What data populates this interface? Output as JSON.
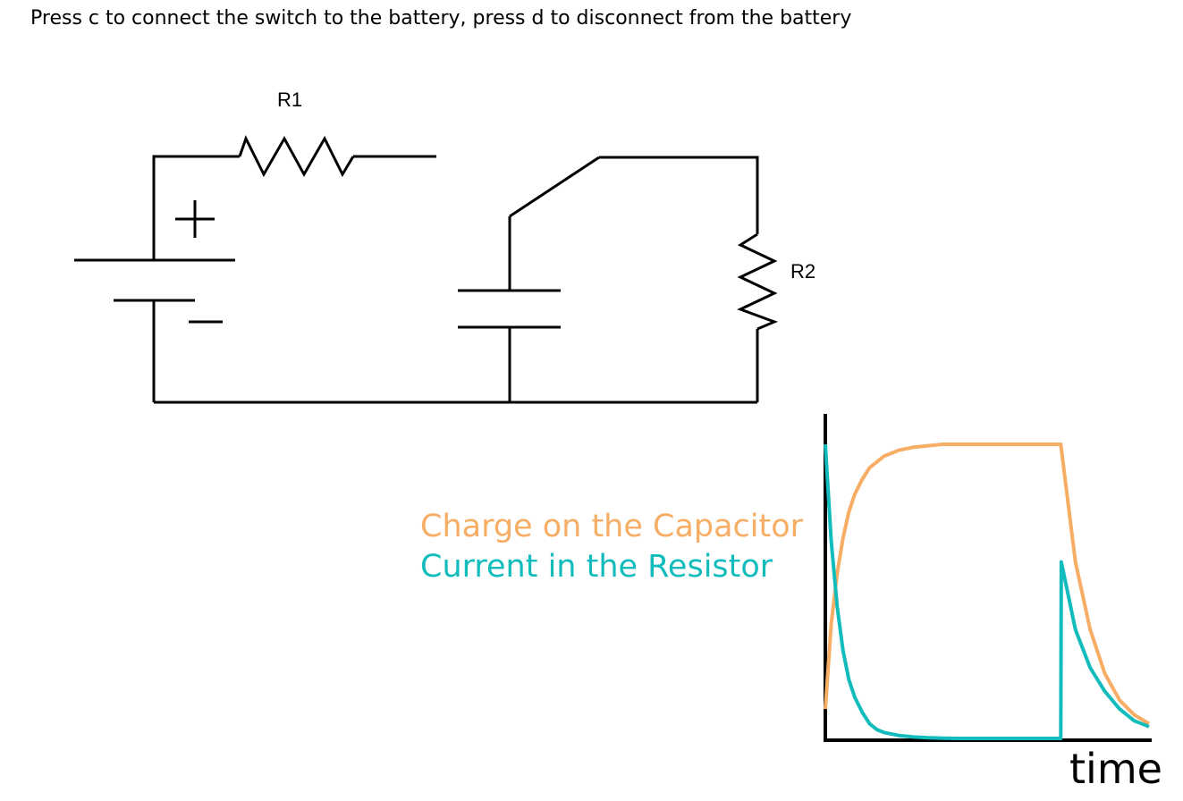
{
  "instructions": "Press c to connect the switch to the battery, press d to disconnect from the battery",
  "circuit": {
    "resistor_1_label": "R1",
    "resistor_2_label": "R2",
    "plus_sign": "+",
    "minus_sign": "−",
    "switch_state": "disconnected from battery"
  },
  "chart_data": {
    "type": "line",
    "title": "",
    "xlabel": "time",
    "ylabel": "",
    "legend_position": "left",
    "grid": false,
    "colors": {
      "charge": "#f7ad64",
      "current": "#12bcbc"
    },
    "series": [
      {
        "name": "Charge on the Capacitor",
        "key": "charge",
        "x": [
          0,
          0.2,
          0.4,
          0.6,
          0.8,
          1,
          1.25,
          1.5,
          1.75,
          2,
          2.5,
          3,
          3.5,
          4,
          4.5,
          5,
          5.5,
          6,
          6.5,
          7,
          7.5,
          8,
          8.5,
          9,
          9.5,
          10,
          10.5,
          11
        ],
        "y": [
          0.1,
          0.39,
          0.56,
          0.68,
          0.77,
          0.83,
          0.88,
          0.92,
          0.94,
          0.96,
          0.98,
          0.99,
          0.995,
          1.0,
          1.0,
          1.0,
          1.0,
          1.0,
          1.0,
          1.0,
          1.0,
          1.0,
          0.6,
          0.37,
          0.22,
          0.13,
          0.08,
          0.05
        ]
      },
      {
        "name": "Current in the Resistor",
        "key": "current",
        "x": [
          0,
          0.2,
          0.4,
          0.6,
          0.8,
          1,
          1.25,
          1.5,
          1.75,
          2,
          2.5,
          3,
          3.5,
          4,
          4.5,
          5,
          5.5,
          6,
          6.5,
          7,
          7.5,
          8,
          8.02,
          8.5,
          9,
          9.5,
          10,
          10.5,
          11
        ],
        "y": [
          1.0,
          0.67,
          0.45,
          0.3,
          0.2,
          0.14,
          0.09,
          0.05,
          0.03,
          0.02,
          0.01,
          0.005,
          0.002,
          0.001,
          0.0,
          0.0,
          0.0,
          0.0,
          0.0,
          0.0,
          0.0,
          0.0,
          0.6,
          0.37,
          0.24,
          0.16,
          0.1,
          0.06,
          0.04
        ]
      }
    ],
    "xlim": [
      0,
      11
    ],
    "ylim": [
      0,
      1
    ]
  }
}
